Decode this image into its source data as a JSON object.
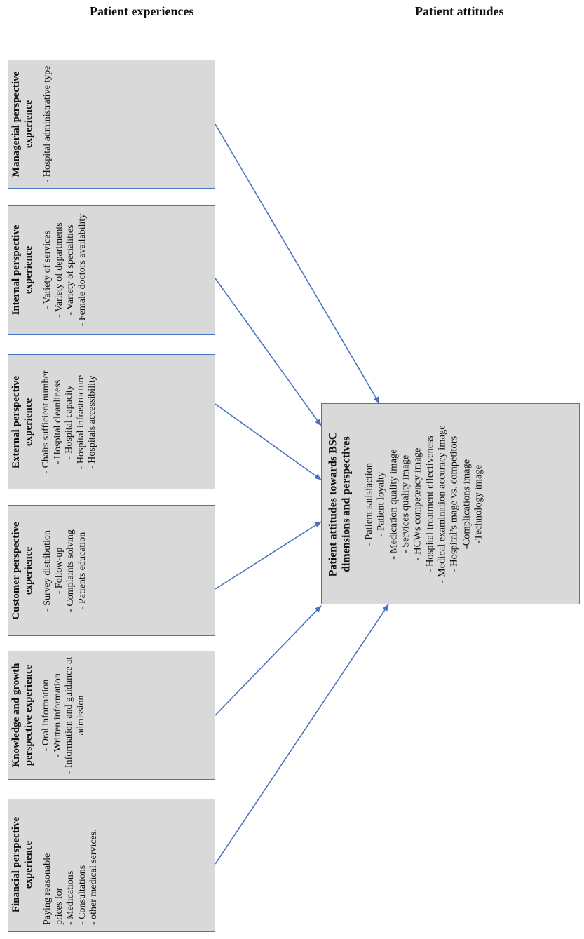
{
  "headers": {
    "left": "Patient experiences",
    "right": "Patient attitudes"
  },
  "experiences": [
    {
      "title": "Managerial perspective experience",
      "items": [
        "- Hospital administrative type"
      ]
    },
    {
      "title": "Internal perspective experience",
      "items": [
        "- Variety of services",
        "- Variety of departments",
        "- Variety of specialities",
        "- Female doctors availability"
      ]
    },
    {
      "title": "External perspective experience",
      "items": [
        "- Chairs sufficient number",
        "- Hospital cleanliness",
        "- Hospital capacity",
        "- Hospital infrastructure",
        "- Hospitals accessibility"
      ]
    },
    {
      "title": "Customer perspective experience",
      "items": [
        "- Survey distribution",
        "- Follow-up",
        "- Complaints solving",
        "- Patients education"
      ]
    },
    {
      "title": "Knowledge and growth perspective experience",
      "items": [
        "- Oral information",
        "- Written information",
        "- Information and guidance at admission"
      ]
    },
    {
      "title": "Financial perspective experience",
      "items": [
        "Paying reasonable prices for",
        "- Medications",
        "- Consultations",
        "- other medical services."
      ]
    }
  ],
  "attitudes": {
    "title": "Patient attitudes towards BSC dimensions and perspectives",
    "items": [
      "- Patient satisfaction",
      "- Patient loyalty",
      "- Medication quality image",
      "- Services quality image",
      "- HCWs competency image",
      "- Hospital treatment effectiveness",
      "- Medical examination accuracy image",
      "- Hospital’s mage vs. competitors",
      "-Complications image",
      "-Technology image"
    ]
  },
  "colors": {
    "border": "#4a72c4",
    "arrow": "#4a72c4",
    "box_fill": "#d9d9d9"
  }
}
